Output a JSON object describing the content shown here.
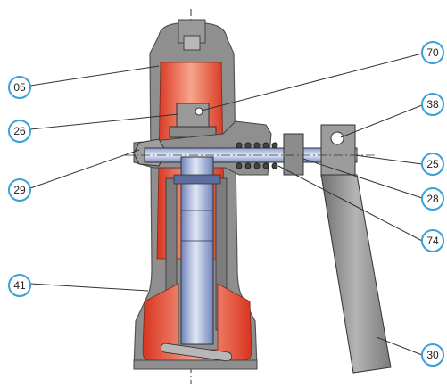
{
  "diagram": {
    "colors": {
      "casing": "#8f8f8f",
      "casing_dark": "#6d6d6d",
      "oil": "#e8523a",
      "oil_light": "#f6a18b",
      "piston": "#a9b8dd",
      "piston_dark": "#6f83bb",
      "callout_border": "#3aa0d8",
      "metal": "#b5b5b5"
    },
    "callouts": [
      {
        "id": "05",
        "label": "05"
      },
      {
        "id": "26",
        "label": "26"
      },
      {
        "id": "29",
        "label": "29"
      },
      {
        "id": "41",
        "label": "41"
      },
      {
        "id": "70",
        "label": "70"
      },
      {
        "id": "38",
        "label": "38"
      },
      {
        "id": "25",
        "label": "25"
      },
      {
        "id": "28",
        "label": "28"
      },
      {
        "id": "74",
        "label": "74"
      },
      {
        "id": "30",
        "label": "30"
      }
    ]
  }
}
